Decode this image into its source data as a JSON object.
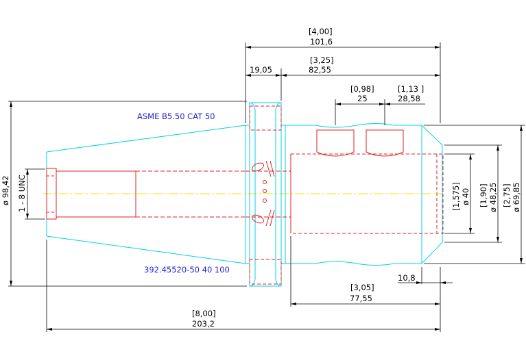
{
  "colors": {
    "outline": "#00d0e8",
    "hidden": "#e02020",
    "centerline": "#e8e800",
    "dimension": "#000000",
    "note": "#2323d8"
  },
  "notes": {
    "standard": "ASME B5.50 CAT 50",
    "part_number": "392.45520-50 40 100"
  },
  "dimensions": {
    "overall_top_in": "[4,00]",
    "overall_top_mm": "101,6",
    "body_in": "[3,25]",
    "body_mm": "82,55",
    "flange_mm": "19,05",
    "screw_pitch_in": "[0,98]",
    "screw_pitch_mm": "25",
    "screw_offset_in": "[1,13 ]",
    "screw_offset_mm": "28,58",
    "taper_dia": "ø 98,42",
    "thread": "1 - 8 UNC",
    "bore_in": "[1,575]",
    "bore_mm": "ø 40",
    "nose_in": "[1,90]",
    "nose_mm": "ø 48,25",
    "body_dia_in": "[2,75]",
    "body_dia_mm": "ø 69,85",
    "chamfer_mm": "10,8",
    "bore_depth_in": "[3,05]",
    "bore_depth_mm": "77,55",
    "overall_in": "[8,00]",
    "overall_mm": "203,2"
  }
}
